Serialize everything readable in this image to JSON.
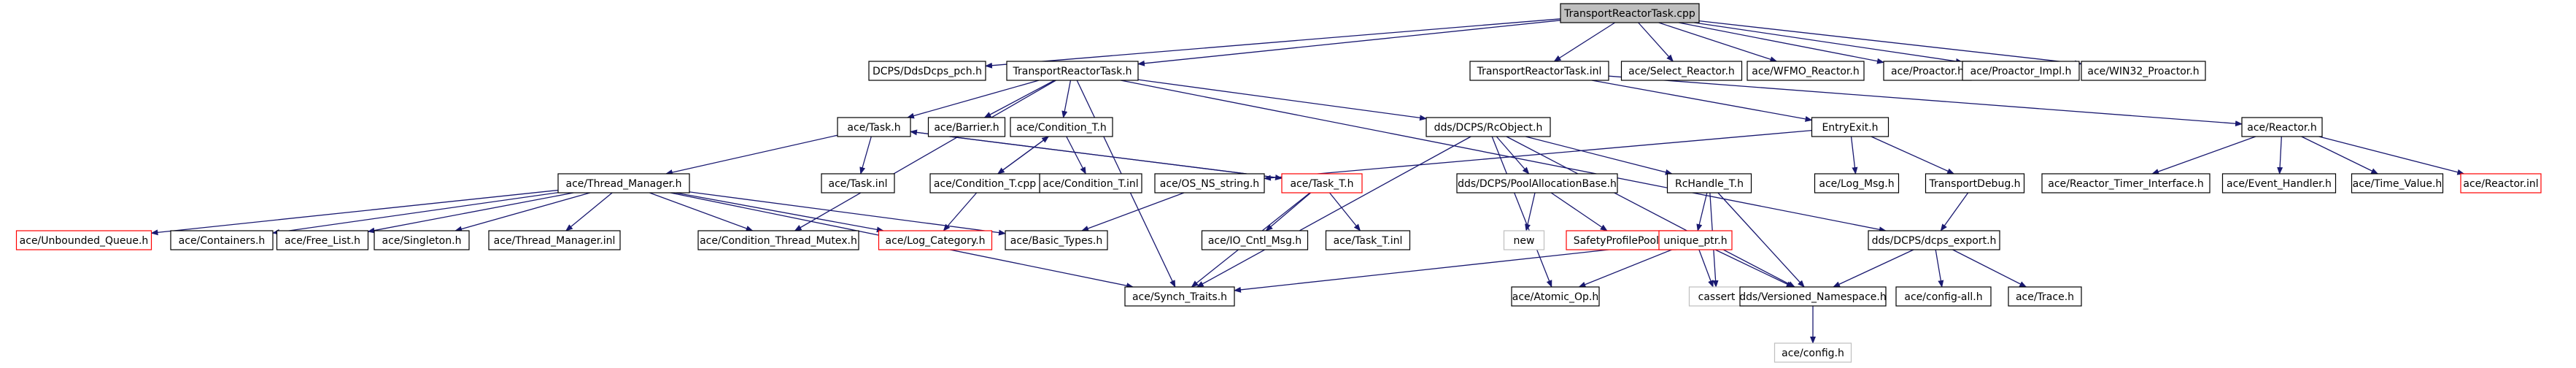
{
  "colors": {
    "edge": "#191970",
    "box_border_normal": "#000000",
    "box_border_truncated": "#ff0000",
    "box_border_external": "#bfbfbf",
    "root_fill": "#bfbfbf",
    "node_fill": "#ffffff",
    "external_text": "#808080"
  },
  "nodes": [
    {
      "id": "root",
      "label": "TransportReactorTask.cpp",
      "style": "root"
    },
    {
      "id": "ddsdcps_pch",
      "label": "DCPS/DdsDcps_pch.h",
      "style": "normal"
    },
    {
      "id": "trt_h",
      "label": "TransportReactorTask.h",
      "style": "normal"
    },
    {
      "id": "trt_inl",
      "label": "TransportReactorTask.inl",
      "style": "normal"
    },
    {
      "id": "select_reactor",
      "label": "ace/Select_Reactor.h",
      "style": "normal"
    },
    {
      "id": "wfmo_reactor",
      "label": "ace/WFMO_Reactor.h",
      "style": "normal"
    },
    {
      "id": "proactor",
      "label": "ace/Proactor.h",
      "style": "normal"
    },
    {
      "id": "proactor_impl",
      "label": "ace/Proactor_Impl.h",
      "style": "normal"
    },
    {
      "id": "win32_proactor",
      "label": "ace/WIN32_Proactor.h",
      "style": "normal"
    },
    {
      "id": "task_h",
      "label": "ace/Task.h",
      "style": "normal"
    },
    {
      "id": "barrier",
      "label": "ace/Barrier.h",
      "style": "normal"
    },
    {
      "id": "condition_t",
      "label": "ace/Condition_T.h",
      "style": "normal"
    },
    {
      "id": "rcobject",
      "label": "dds/DCPS/RcObject.h",
      "style": "normal"
    },
    {
      "id": "entryexit",
      "label": "EntryExit.h",
      "style": "normal"
    },
    {
      "id": "reactor",
      "label": "ace/Reactor.h",
      "style": "normal"
    },
    {
      "id": "thread_manager",
      "label": "ace/Thread_Manager.h",
      "style": "normal"
    },
    {
      "id": "task_inl",
      "label": "ace/Task.inl",
      "style": "normal"
    },
    {
      "id": "os_ns_string",
      "label": "ace/OS_NS_string.h",
      "style": "normal"
    },
    {
      "id": "task_t",
      "label": "ace/Task_T.h",
      "style": "truncated"
    },
    {
      "id": "condition_tinl",
      "label": "ace/Condition_T.inl",
      "style": "normal"
    },
    {
      "id": "condition_tcpp",
      "label": "ace/Condition_T.cpp",
      "style": "normal"
    },
    {
      "id": "pool_alloc_base",
      "label": "dds/DCPS/PoolAllocationBase.h",
      "style": "normal"
    },
    {
      "id": "rchandle",
      "label": "RcHandle_T.h",
      "style": "normal"
    },
    {
      "id": "log_msg",
      "label": "ace/Log_Msg.h",
      "style": "normal"
    },
    {
      "id": "transport_debug",
      "label": "TransportDebug.h",
      "style": "normal"
    },
    {
      "id": "reactor_timer_iface",
      "label": "ace/Reactor_Timer_Interface.h",
      "style": "normal"
    },
    {
      "id": "event_handler",
      "label": "ace/Event_Handler.h",
      "style": "normal"
    },
    {
      "id": "time_value",
      "label": "ace/Time_Value.h",
      "style": "normal"
    },
    {
      "id": "reactor_inl",
      "label": "ace/Reactor.inl",
      "style": "truncated"
    },
    {
      "id": "unbounded_queue",
      "label": "ace/Unbounded_Queue.h",
      "style": "truncated"
    },
    {
      "id": "containers",
      "label": "ace/Containers.h",
      "style": "normal"
    },
    {
      "id": "free_list",
      "label": "ace/Free_List.h",
      "style": "normal"
    },
    {
      "id": "singleton",
      "label": "ace/Singleton.h",
      "style": "normal"
    },
    {
      "id": "thread_manager_inl",
      "label": "ace/Thread_Manager.inl",
      "style": "normal"
    },
    {
      "id": "cond_thread_mutex",
      "label": "ace/Condition_Thread_Mutex.h",
      "style": "normal"
    },
    {
      "id": "log_category",
      "label": "ace/Log_Category.h",
      "style": "truncated"
    },
    {
      "id": "basic_types",
      "label": "ace/Basic_Types.h",
      "style": "normal"
    },
    {
      "id": "io_cntl_msg",
      "label": "ace/IO_Cntl_Msg.h",
      "style": "normal"
    },
    {
      "id": "task_tinl",
      "label": "ace/Task_T.inl",
      "style": "normal"
    },
    {
      "id": "new_h",
      "label": "new",
      "style": "external"
    },
    {
      "id": "safety_profile_pool",
      "label": "SafetyProfilePool.h",
      "style": "truncated"
    },
    {
      "id": "unique_ptr",
      "label": "unique_ptr.h",
      "style": "truncated"
    },
    {
      "id": "dcps_export",
      "label": "dds/DCPS/dcps_export.h",
      "style": "normal"
    },
    {
      "id": "synch_traits",
      "label": "ace/Synch_Traits.h",
      "style": "normal"
    },
    {
      "id": "atomic_op",
      "label": "ace/Atomic_Op.h",
      "style": "normal"
    },
    {
      "id": "cassert",
      "label": "cassert",
      "style": "external"
    },
    {
      "id": "versioned_ns",
      "label": "dds/Versioned_Namespace.h",
      "style": "normal"
    },
    {
      "id": "config_all",
      "label": "ace/config-all.h",
      "style": "normal"
    },
    {
      "id": "trace",
      "label": "ace/Trace.h",
      "style": "normal"
    },
    {
      "id": "config",
      "label": "ace/config.h",
      "style": "external"
    }
  ],
  "edges": [
    [
      "root",
      "ddsdcps_pch"
    ],
    [
      "root",
      "trt_h"
    ],
    [
      "root",
      "trt_inl"
    ],
    [
      "root",
      "select_reactor"
    ],
    [
      "root",
      "wfmo_reactor"
    ],
    [
      "root",
      "proactor"
    ],
    [
      "root",
      "proactor_impl"
    ],
    [
      "root",
      "win32_proactor"
    ],
    [
      "trt_h",
      "task_h"
    ],
    [
      "trt_h",
      "barrier"
    ],
    [
      "trt_h",
      "condition_t"
    ],
    [
      "trt_h",
      "rcobject"
    ],
    [
      "trt_h",
      "synch_traits"
    ],
    [
      "trt_h",
      "cond_thread_mutex"
    ],
    [
      "trt_h",
      "dcps_export"
    ],
    [
      "trt_inl",
      "entryexit"
    ],
    [
      "trt_inl",
      "reactor"
    ],
    [
      "task_h",
      "thread_manager"
    ],
    [
      "task_h",
      "task_inl"
    ],
    [
      "task_h",
      "task_t"
    ],
    [
      "condition_t",
      "condition_tinl"
    ],
    [
      "condition_t",
      "condition_tcpp"
    ],
    [
      "condition_tcpp",
      "condition_t"
    ],
    [
      "condition_tcpp",
      "log_category"
    ],
    [
      "task_t",
      "task_h"
    ],
    [
      "task_t",
      "synch_traits"
    ],
    [
      "task_t",
      "io_cntl_msg"
    ],
    [
      "task_t",
      "task_tinl"
    ],
    [
      "thread_manager",
      "unbounded_queue"
    ],
    [
      "thread_manager",
      "containers"
    ],
    [
      "thread_manager",
      "free_list"
    ],
    [
      "thread_manager",
      "singleton"
    ],
    [
      "thread_manager",
      "thread_manager_inl"
    ],
    [
      "thread_manager",
      "cond_thread_mutex"
    ],
    [
      "thread_manager",
      "log_category"
    ],
    [
      "thread_manager",
      "basic_types"
    ],
    [
      "thread_manager",
      "synch_traits"
    ],
    [
      "os_ns_string",
      "basic_types"
    ],
    [
      "rcobject",
      "pool_alloc_base"
    ],
    [
      "rcobject",
      "rchandle"
    ],
    [
      "rcobject",
      "synch_traits"
    ],
    [
      "rcobject",
      "atomic_op"
    ],
    [
      "rcobject",
      "versioned_ns"
    ],
    [
      "pool_alloc_base",
      "new_h"
    ],
    [
      "pool_alloc_base",
      "safety_profile_pool"
    ],
    [
      "rchandle",
      "unique_ptr"
    ],
    [
      "rchandle",
      "versioned_ns"
    ],
    [
      "rchandle",
      "cassert"
    ],
    [
      "unique_ptr",
      "synch_traits"
    ],
    [
      "unique_ptr",
      "atomic_op"
    ],
    [
      "unique_ptr",
      "cassert"
    ],
    [
      "unique_ptr",
      "versioned_ns"
    ],
    [
      "entryexit",
      "os_ns_string"
    ],
    [
      "entryexit",
      "log_msg"
    ],
    [
      "entryexit",
      "transport_debug"
    ],
    [
      "transport_debug",
      "dcps_export"
    ],
    [
      "dcps_export",
      "versioned_ns"
    ],
    [
      "dcps_export",
      "config_all"
    ],
    [
      "dcps_export",
      "trace"
    ],
    [
      "versioned_ns",
      "config"
    ],
    [
      "reactor",
      "reactor_timer_iface"
    ],
    [
      "reactor",
      "event_handler"
    ],
    [
      "reactor",
      "time_value"
    ],
    [
      "reactor",
      "reactor_inl"
    ]
  ]
}
